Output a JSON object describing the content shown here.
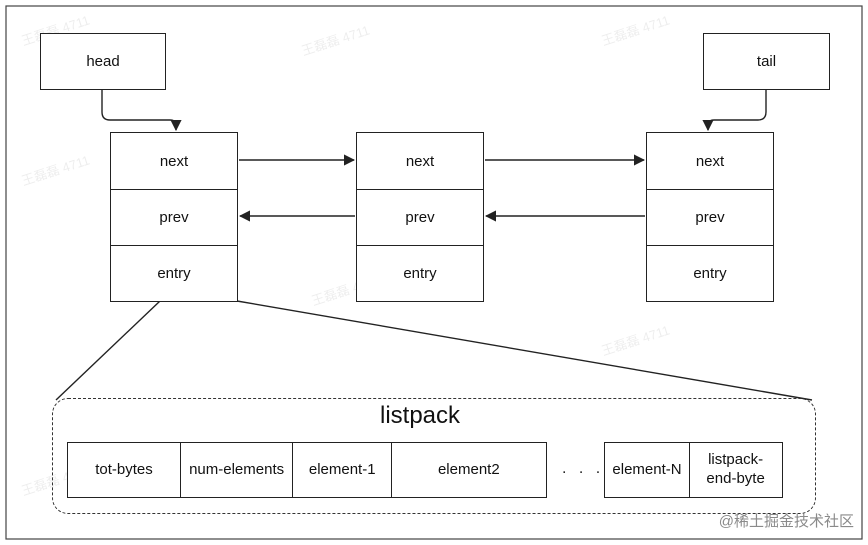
{
  "pointers": {
    "head": "head",
    "tail": "tail"
  },
  "nodes": [
    {
      "fields": [
        "next",
        "prev",
        "entry"
      ]
    },
    {
      "fields": [
        "next",
        "prev",
        "entry"
      ]
    },
    {
      "fields": [
        "next",
        "prev",
        "entry"
      ]
    }
  ],
  "listpack": {
    "title": "listpack",
    "cells": [
      "tot-bytes",
      "num-elements",
      "element-1",
      "element2"
    ],
    "ellipsis": ". . .",
    "tail_cells": [
      "element-N",
      "listpack-\nend-byte"
    ]
  },
  "credit": "@稀土掘金技术社区",
  "watermark_text": "王磊磊 4711",
  "colors": {
    "stroke": "#222222",
    "credit": "#8a8a8a"
  }
}
